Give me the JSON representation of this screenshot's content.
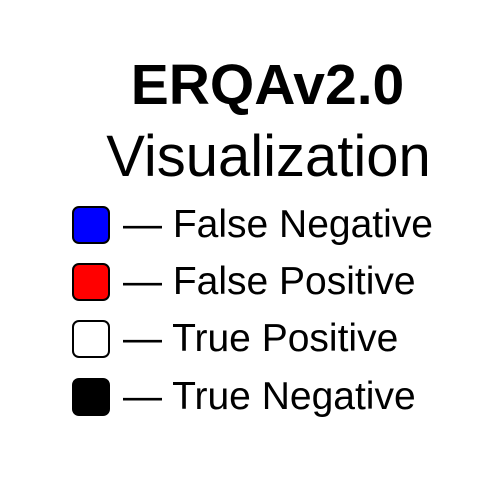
{
  "title": {
    "line1": "ERQAv2.0",
    "line2": "Visualization"
  },
  "legend": [
    {
      "label": "— False Negative",
      "color": "#0000ff"
    },
    {
      "label": "— False Positive",
      "color": "#ff0000"
    },
    {
      "label": "— True Positive",
      "color": "#ffffff"
    },
    {
      "label": "— True Negative",
      "color": "#000000"
    }
  ]
}
